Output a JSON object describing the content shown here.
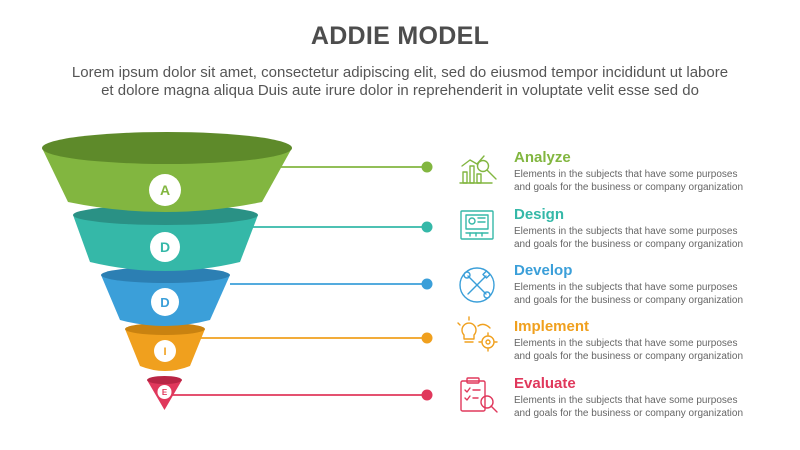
{
  "header": {
    "title": "ADDIE MODEL",
    "subtitle_line1": "Lorem ipsum dolor sit amet, consectetur adipiscing elit, sed do eiusmod tempor incididunt ut labore",
    "subtitle_line2": "et dolore magna aliqua Duis aute irure dolor in reprehenderit in voluptate velit esse sed do"
  },
  "stages": [
    {
      "letter": "A",
      "title": "Analyze",
      "color": "#82b640",
      "dark": "#5e8a2a",
      "icon": "analytics-chart-icon",
      "desc1": "Elements in the subjects that have some purposes",
      "desc2": "and goals for the  business or company organization"
    },
    {
      "letter": "D",
      "title": "Design",
      "color": "#35b8a8",
      "dark": "#2a9185",
      "icon": "blueprint-design-icon",
      "desc1": "Elements in the subjects that have some purposes",
      "desc2": "and goals for the  business or company organization"
    },
    {
      "letter": "D",
      "title": "Develop",
      "color": "#3b9fd9",
      "dark": "#2c7fb3",
      "icon": "tools-wrench-screwdriver-icon",
      "desc1": "Elements in the subjects that have some purposes",
      "desc2": "and goals for the  business or company organization"
    },
    {
      "letter": "I",
      "title": "Implement",
      "color": "#f0a01e",
      "dark": "#c98210",
      "icon": "lightbulb-gear-icon",
      "desc1": "Elements in the subjects that have some purposes",
      "desc2": "and goals for the  business or company organization"
    },
    {
      "letter": "E",
      "title": "Evaluate",
      "color": "#e0385c",
      "dark": "#b82545",
      "icon": "clipboard-magnifier-icon",
      "desc1": "Elements in the subjects that have some purposes",
      "desc2": "and goals for the  business or company organization"
    }
  ]
}
